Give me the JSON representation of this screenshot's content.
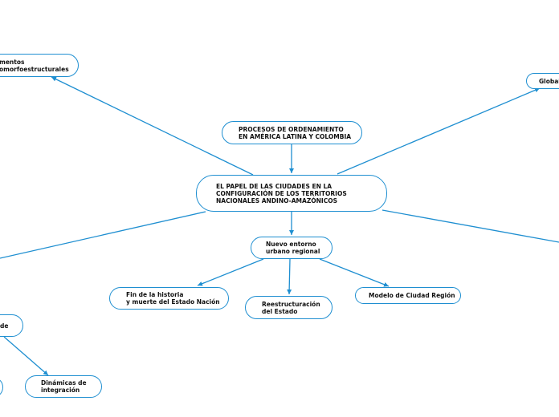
{
  "colors": {
    "line": "#1f8fd1",
    "node_border": "#1f8fd1",
    "text": "#111111"
  },
  "nodes": {
    "central": "EL PAPEL DE LAS CIUDADES EN LA\nCONFIGURACIÓN DE LOS TERRITORIOS\nNACIONALES ANDINO-AMAZÓNICOS",
    "procesos": "PROCESOS DE ORDENAMIENTO\nEN AMÉRICA LATINA Y COLOMBIA",
    "fundamentos": "mentos\nomorfoestructurales",
    "global": "Global",
    "nuevo_entorno": "Nuevo entorno\nurbano regional",
    "fin_historia": "Fin de la historia\ny muerte del Estado Nación",
    "reestructuracion": "Reestructuración\ndel Estado",
    "modelo": "Modelo de Ciudad Región",
    "partial_left": "de",
    "dinamicas": "Dinámicas de\nintegración"
  }
}
